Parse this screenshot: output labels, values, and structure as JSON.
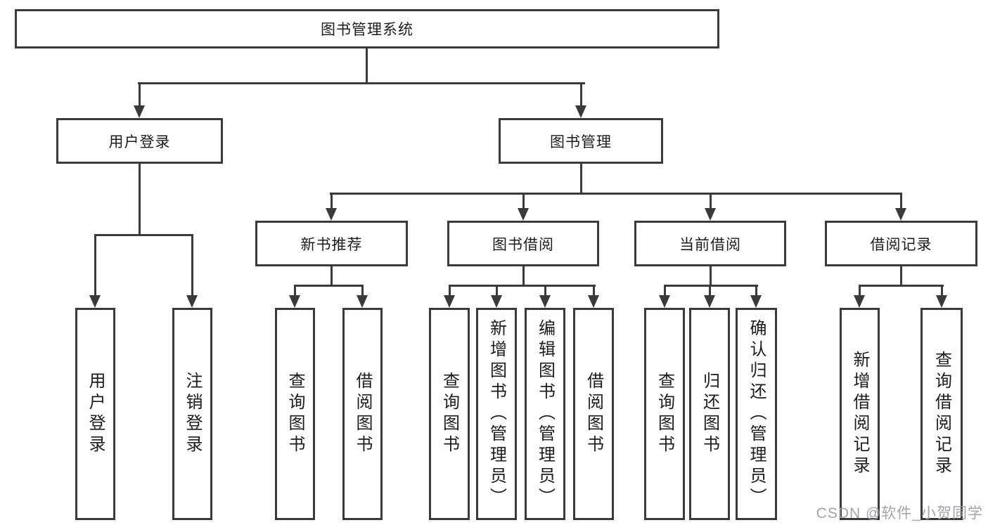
{
  "diagram": {
    "type": "tree",
    "tree": {
      "root": {
        "label": "图书管理系统",
        "children": [
          {
            "label": "用户登录",
            "children": [
              {
                "label": "用户登录"
              },
              {
                "label": "注销登录"
              }
            ]
          },
          {
            "label": "图书管理",
            "children": [
              {
                "label": "新书推荐",
                "children": [
                  {
                    "label": "查询图书"
                  },
                  {
                    "label": "借阅图书"
                  }
                ]
              },
              {
                "label": "图书借阅",
                "children": [
                  {
                    "label": "查询图书"
                  },
                  {
                    "label": "新增图书（管理员）"
                  },
                  {
                    "label": "编辑图书（管理员）"
                  },
                  {
                    "label": "借阅图书"
                  }
                ]
              },
              {
                "label": "当前借阅",
                "children": [
                  {
                    "label": "查询图书"
                  },
                  {
                    "label": "归还图书"
                  },
                  {
                    "label": "确认归还（管理员）"
                  }
                ]
              },
              {
                "label": "借阅记录",
                "children": [
                  {
                    "label": "新增借阅记录"
                  },
                  {
                    "label": "查询借阅记录"
                  }
                ]
              }
            ]
          }
        ]
      }
    },
    "colors": {
      "line": "#3a3a3a",
      "text": "#1c1c1c",
      "background": "#ffffff",
      "watermark": "#9d9da1"
    }
  },
  "watermark": {
    "text": "CSDN @软件_小贺同学"
  }
}
